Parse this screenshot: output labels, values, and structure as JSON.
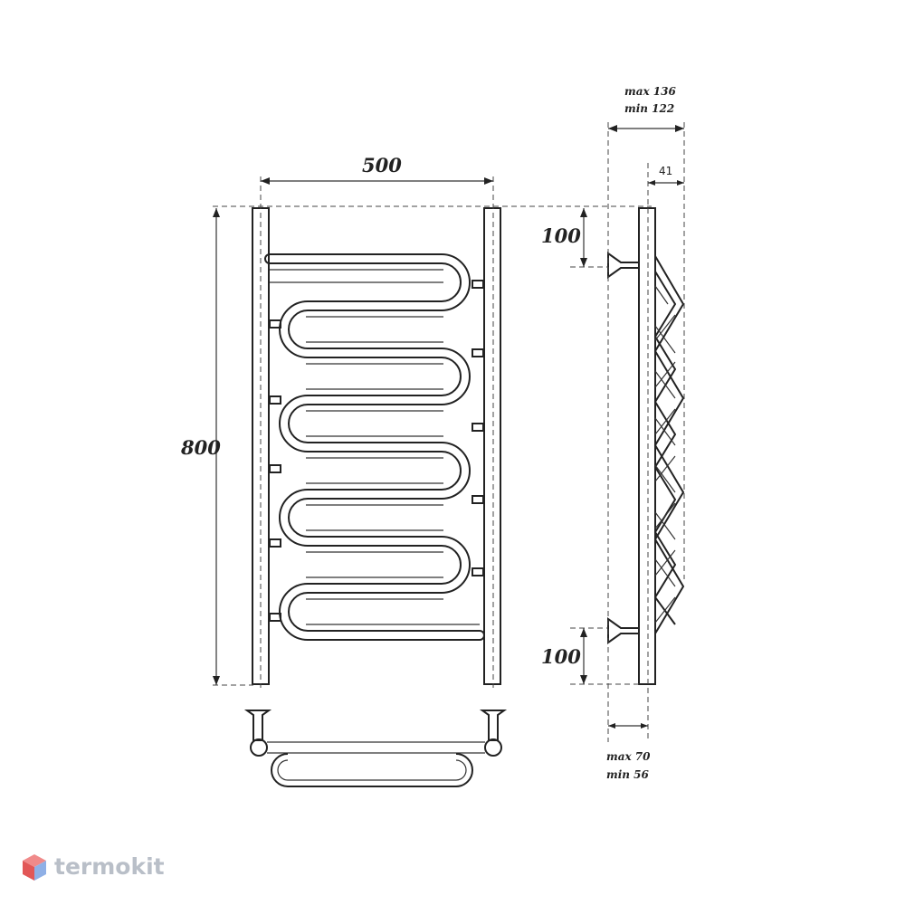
{
  "dimensions": {
    "width_label": "500",
    "height_label": "800",
    "top_offset_label": "100",
    "bottom_offset_label": "100",
    "side_max_label": "max 136",
    "side_min_label": "min 122",
    "depth_label": "41",
    "wall_max_label": "max 70",
    "wall_min_label": "min 56"
  },
  "brand": {
    "name": "termokit",
    "colors": {
      "top": "#f08a8a",
      "left": "#e25757",
      "right": "#8fb0e6"
    }
  },
  "colors": {
    "line": "#222222",
    "background": "#ffffff"
  }
}
